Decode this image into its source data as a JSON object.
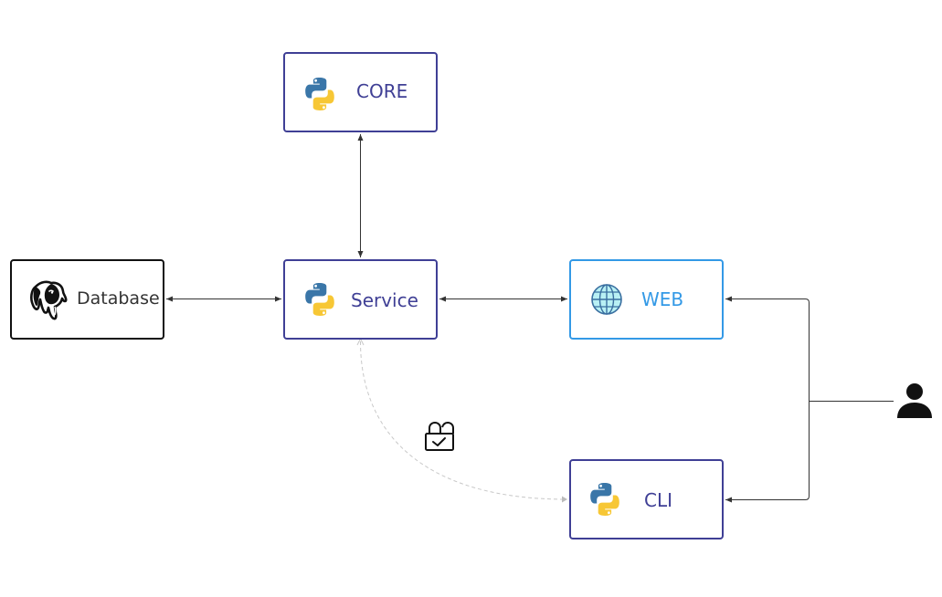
{
  "nodes": {
    "core": {
      "label": "CORE",
      "icon": "python-icon"
    },
    "service": {
      "label": "Service",
      "icon": "python-icon"
    },
    "database": {
      "label": "Database",
      "icon": "postgresql-elephant-icon"
    },
    "web": {
      "label": "WEB",
      "icon": "globe-icon"
    },
    "cli": {
      "label": "CLI",
      "icon": "python-icon"
    }
  },
  "actors": {
    "user": {
      "icon": "user-icon"
    }
  },
  "annotations": {
    "secure_connection": {
      "icon": "lock-check-icon"
    }
  },
  "connections": [
    {
      "from": "core",
      "to": "service",
      "style": "solid",
      "bidirectional": true
    },
    {
      "from": "database",
      "to": "service",
      "style": "solid",
      "bidirectional": true
    },
    {
      "from": "service",
      "to": "web",
      "style": "solid",
      "bidirectional": true
    },
    {
      "from": "user",
      "to": "web",
      "style": "solid",
      "bidirectional": false
    },
    {
      "from": "user",
      "to": "cli",
      "style": "solid",
      "bidirectional": false
    },
    {
      "from": "service",
      "to": "cli",
      "style": "dashed",
      "bidirectional": false
    }
  ],
  "colors": {
    "python_node_border": "#3f3f95",
    "database_border": "#111111",
    "web_border": "#3399e6",
    "connector": "#333333",
    "dashed_connector": "#c8c8c8",
    "python_blue": "#3a76a8",
    "python_yellow": "#f7c735"
  }
}
